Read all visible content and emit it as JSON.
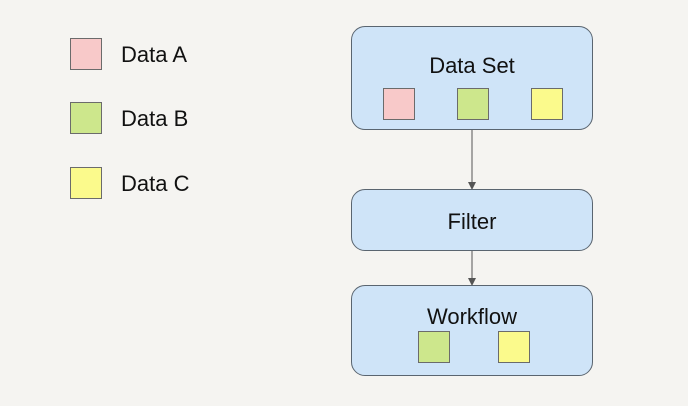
{
  "legend": {
    "items": [
      {
        "label": "Data A",
        "color": "#f8c9c9"
      },
      {
        "label": "Data B",
        "color": "#cde78c"
      },
      {
        "label": "Data C",
        "color": "#fbfa8c"
      }
    ]
  },
  "nodes": {
    "dataset": {
      "title": "Data Set",
      "swatch_colors": [
        "#f8c9c9",
        "#cde78c",
        "#fbfa8c"
      ]
    },
    "filter": {
      "title": "Filter"
    },
    "workflow": {
      "title": "Workflow",
      "swatch_colors": [
        "#cde78c",
        "#fbfa8c"
      ]
    }
  },
  "colors": {
    "node_fill": "#cfe4f8",
    "node_border": "#5a6570",
    "background": "#f5f4f1",
    "connector": "#555555"
  }
}
